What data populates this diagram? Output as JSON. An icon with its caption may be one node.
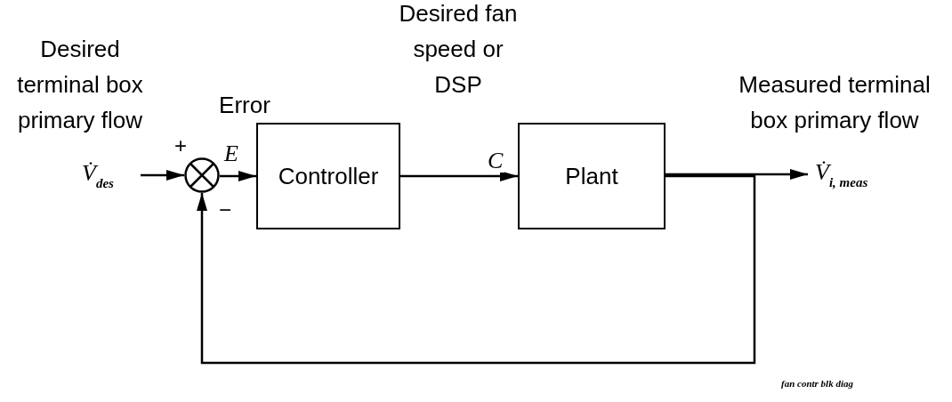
{
  "diagram": {
    "nodes": [
      {
        "text": [
          "V̇$_{des}$"
        ],
        "beside": [
          "Desired terminal box primary flow"
        ]
      },
      {
        "text": [],
        "shape": "circle"
      },
      {
        "text": [
          "Controller"
        ]
      },
      {
        "text": [
          "Plant"
        ]
      },
      {
        "text": [
          "V̇$_{i, meas}$"
        ],
        "beside": [
          "Measured terminal box primary flow"
        ]
      }
    ],
    "edges": [
      {
        "from": 0,
        "to": 1,
        "arrow": "to"
      },
      {
        "from": 1,
        "to": 2,
        "arrow": "to",
        "label": "E"
      },
      {
        "from": 2,
        "to": 3,
        "arrow": "to",
        "label": "C"
      },
      {
        "from": 3,
        "to": 4,
        "arrow": "to"
      },
      {
        "from": 3,
        "to": 1,
        "arrow": "to"
      }
    ],
    "labels": [
      "Error",
      "+",
      "−",
      "Desired fan speed or DSP",
      "fan contr blk diag"
    ]
  }
}
